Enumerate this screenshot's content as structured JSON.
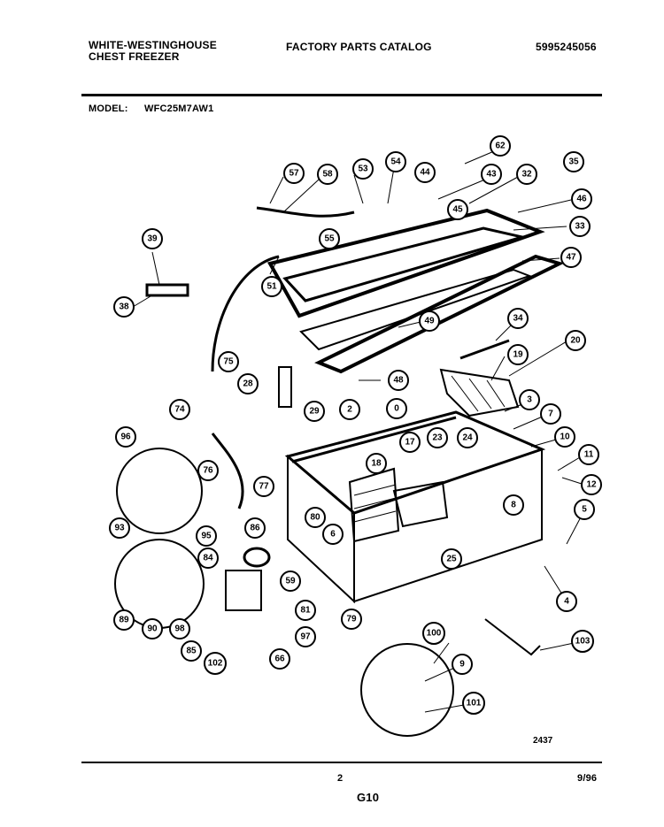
{
  "header": {
    "brand_line1": "WHITE-WESTINGHOUSE",
    "brand_line2": "CHEST FREEZER",
    "catalog_title": "FACTORY PARTS CATALOG",
    "catalog_number": "5995245056",
    "model_label": "MODEL:",
    "model_value": "WFC25M7AW1"
  },
  "diagram": {
    "drawing_number": "2437",
    "callouts": [
      "62",
      "57",
      "58",
      "53",
      "54",
      "44",
      "43",
      "32",
      "35",
      "46",
      "45",
      "33",
      "39",
      "55",
      "47",
      "51",
      "38",
      "34",
      "49",
      "20",
      "19",
      "75",
      "28",
      "48",
      "29",
      "2",
      "3",
      "0",
      "7",
      "74",
      "96",
      "17",
      "23",
      "24",
      "10",
      "11",
      "18",
      "12",
      "76",
      "77",
      "8",
      "93",
      "80",
      "86",
      "6",
      "5",
      "95",
      "84",
      "25",
      "59",
      "4",
      "89",
      "90",
      "98",
      "81",
      "79",
      "85",
      "102",
      "97",
      "66",
      "100",
      "103",
      "9",
      "101"
    ]
  },
  "footer": {
    "page_number": "2",
    "section": "G10",
    "date": "9/96"
  }
}
